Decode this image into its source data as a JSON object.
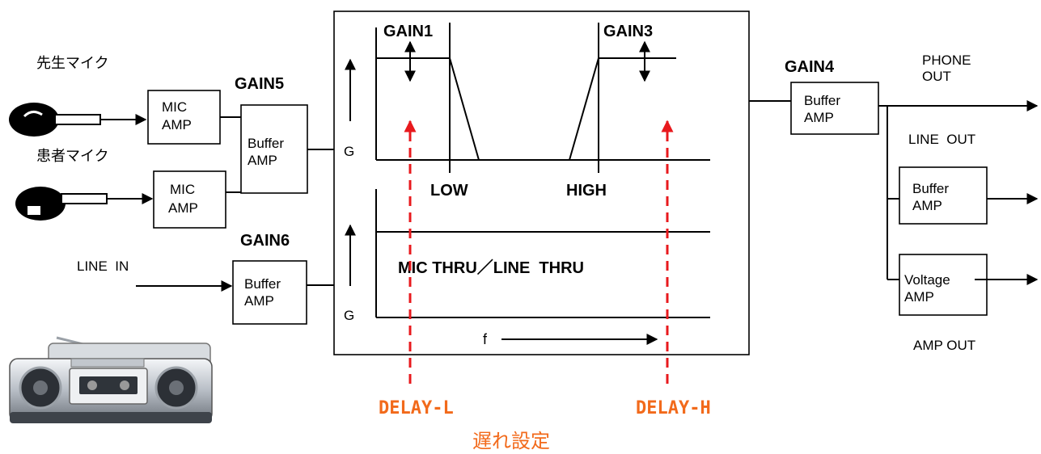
{
  "labels": {
    "teacher_mic": "先生マイク",
    "patient_mic": "患者マイク",
    "line_in": "LINE  IN",
    "gain1": "GAIN1",
    "gain3": "GAIN3",
    "gain4": "GAIN4",
    "gain5": "GAIN5",
    "gain6": "GAIN6",
    "g_axis_top": "G",
    "g_axis_bottom": "G",
    "low": "LOW",
    "high": "HIGH",
    "mic_thru": "MIC THRU／LINE  THRU",
    "f_axis": "f",
    "delay_l": "DELAY-L",
    "delay_h": "DELAY-H",
    "delay_setting": "遅れ設定",
    "phone_out_1": "PHONE",
    "phone_out_2": "OUT",
    "line_out": "LINE  OUT",
    "amp_out": "AMP OUT"
  },
  "blocks": {
    "mic_amp_1": [
      "MIC",
      "AMP"
    ],
    "mic_amp_2": [
      "MIC",
      "AMP"
    ],
    "buffer_amp_5": [
      "Buffer",
      "AMP"
    ],
    "buffer_amp_6": [
      "Buffer",
      "AMP"
    ],
    "buffer_amp_4": [
      "Buffer",
      "AMP"
    ],
    "buffer_amp_line": [
      "Buffer",
      "AMP"
    ],
    "voltage_amp": [
      "Voltage",
      "AMP"
    ]
  },
  "colors": {
    "delay_arrow": "#e8191d",
    "delay_text": "#f26a1b"
  }
}
